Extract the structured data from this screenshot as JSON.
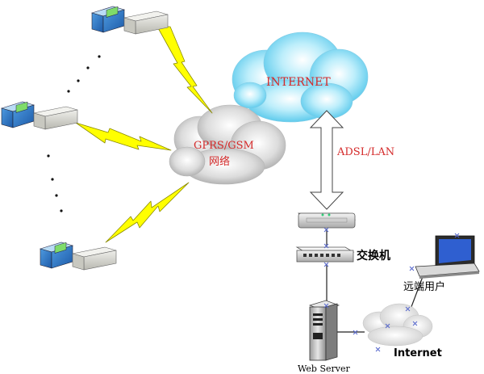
{
  "labels": {
    "internet_cloud": "INTERNET",
    "gprs_line1": "GPRS/GSM",
    "gprs_line2": "网络",
    "adsl": "ADSL/LAN",
    "switch": "交换机",
    "remote_user": "远端用户",
    "internet_small": "Internet",
    "web_server": "Web Server"
  },
  "colors": {
    "red_label": "#d42a2a",
    "lightning": "#ffff00",
    "lightning_stroke": "#8a8a00",
    "internet_cloud": "#6ad0ee",
    "gprs_cloud": "#c9c9c9",
    "device_blue": "#2f76c7"
  }
}
